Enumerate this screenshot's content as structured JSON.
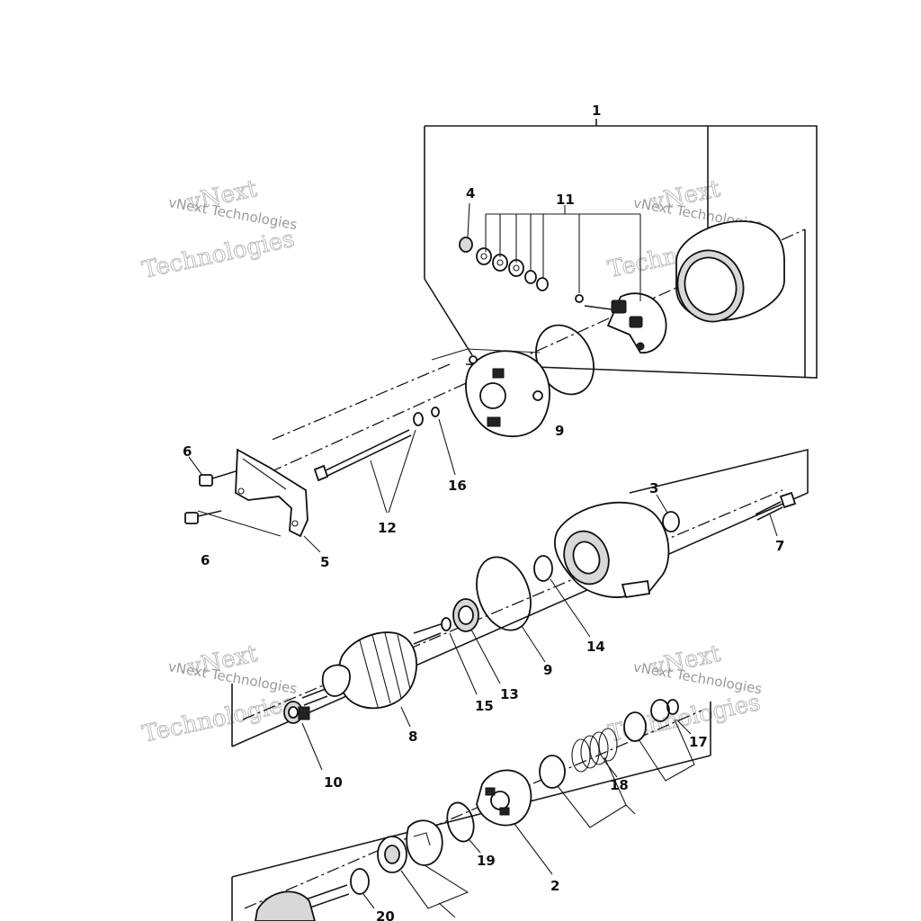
{
  "diagram": {
    "callouts": {
      "c1": "1",
      "c2": "2",
      "c3": "3",
      "c4": "4",
      "c5": "5",
      "c6a": "6",
      "c6b": "6",
      "c7": "7",
      "c8": "8",
      "c9a": "9",
      "c9b": "9",
      "c10": "10",
      "c11": "11",
      "c12": "12",
      "c13": "13",
      "c14": "14",
      "c15": "15",
      "c16": "16",
      "c17": "17",
      "c18": "18",
      "c19": "19",
      "c20": "20"
    },
    "watermark": {
      "line1": "vNext",
      "line2": "vNext Technologies",
      "line3": "Technologies"
    }
  }
}
